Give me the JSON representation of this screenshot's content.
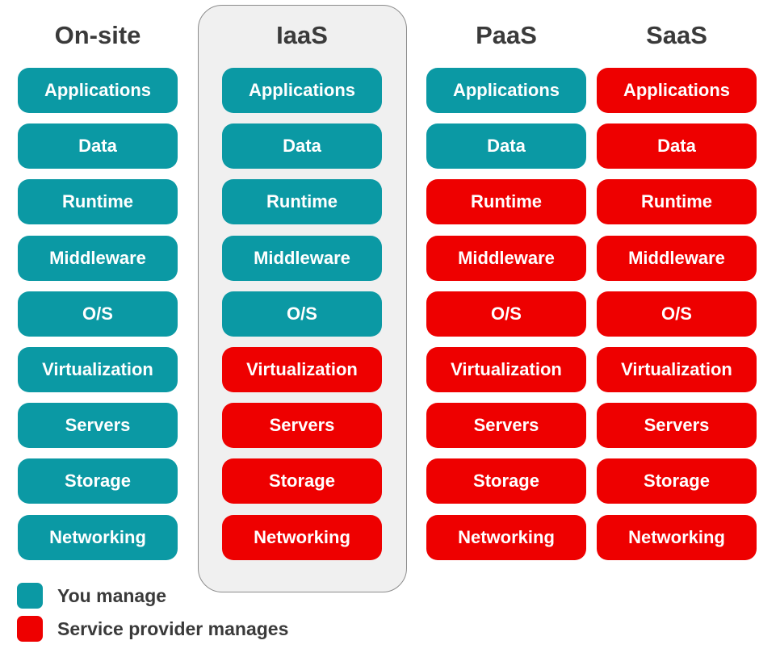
{
  "colors": {
    "you": "#0b99a4",
    "provider": "#ee0000"
  },
  "columns": [
    {
      "title": "On-site",
      "tiles": [
        {
          "label": "Applications",
          "owner": "you"
        },
        {
          "label": "Data",
          "owner": "you"
        },
        {
          "label": "Runtime",
          "owner": "you"
        },
        {
          "label": "Middleware",
          "owner": "you"
        },
        {
          "label": "O/S",
          "owner": "you"
        },
        {
          "label": "Virtualization",
          "owner": "you"
        },
        {
          "label": "Servers",
          "owner": "you"
        },
        {
          "label": "Storage",
          "owner": "you"
        },
        {
          "label": "Networking",
          "owner": "you"
        }
      ]
    },
    {
      "title": "IaaS",
      "highlighted": true,
      "tiles": [
        {
          "label": "Applications",
          "owner": "you"
        },
        {
          "label": "Data",
          "owner": "you"
        },
        {
          "label": "Runtime",
          "owner": "you"
        },
        {
          "label": "Middleware",
          "owner": "you"
        },
        {
          "label": "O/S",
          "owner": "you"
        },
        {
          "label": "Virtualization",
          "owner": "provider"
        },
        {
          "label": "Servers",
          "owner": "provider"
        },
        {
          "label": "Storage",
          "owner": "provider"
        },
        {
          "label": "Networking",
          "owner": "provider"
        }
      ]
    },
    {
      "title": "PaaS",
      "tiles": [
        {
          "label": "Applications",
          "owner": "you"
        },
        {
          "label": "Data",
          "owner": "you"
        },
        {
          "label": "Runtime",
          "owner": "provider"
        },
        {
          "label": "Middleware",
          "owner": "provider"
        },
        {
          "label": "O/S",
          "owner": "provider"
        },
        {
          "label": "Virtualization",
          "owner": "provider"
        },
        {
          "label": "Servers",
          "owner": "provider"
        },
        {
          "label": "Storage",
          "owner": "provider"
        },
        {
          "label": "Networking",
          "owner": "provider"
        }
      ]
    },
    {
      "title": "SaaS",
      "tiles": [
        {
          "label": "Applications",
          "owner": "provider"
        },
        {
          "label": "Data",
          "owner": "provider"
        },
        {
          "label": "Runtime",
          "owner": "provider"
        },
        {
          "label": "Middleware",
          "owner": "provider"
        },
        {
          "label": "O/S",
          "owner": "provider"
        },
        {
          "label": "Virtualization",
          "owner": "provider"
        },
        {
          "label": "Servers",
          "owner": "provider"
        },
        {
          "label": "Storage",
          "owner": "provider"
        },
        {
          "label": "Networking",
          "owner": "provider"
        }
      ]
    }
  ],
  "legend": [
    {
      "label": "You manage",
      "owner": "you"
    },
    {
      "label": "Service provider manages",
      "owner": "provider"
    }
  ]
}
